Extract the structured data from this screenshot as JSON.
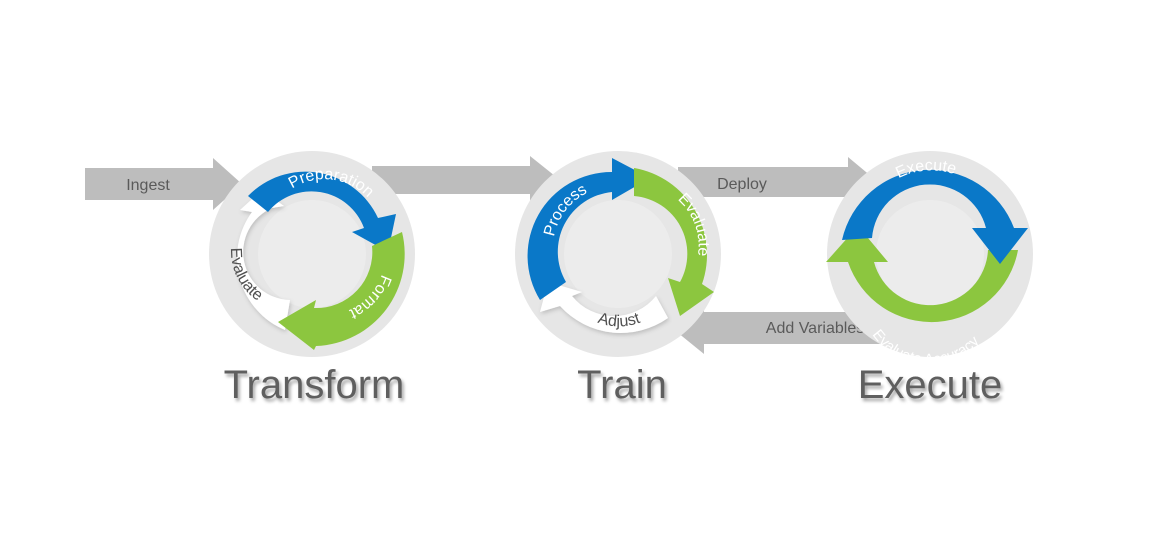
{
  "colors": {
    "blue": "#0a78c8",
    "blue_dark": "#0b4f8a",
    "green": "#8cc63f",
    "green_dark": "#6ea52c",
    "gray_arrow": "#bdbdbd",
    "ring_bg": "#e6e6e6",
    "title": "#5f5f5f"
  },
  "flow_arrows": {
    "ingest": "Ingest",
    "deploy": "Deploy",
    "add_variables": "Add Variables"
  },
  "stages": {
    "transform": {
      "title": "Transform",
      "steps": [
        "Preparation",
        "Format",
        "Evaluate"
      ]
    },
    "train": {
      "title": "Train",
      "steps": [
        "Process",
        "Evaluate",
        "Adjust"
      ]
    },
    "execute": {
      "title": "Execute",
      "steps": [
        "Execute",
        "Evaluate Accuracy"
      ]
    }
  }
}
